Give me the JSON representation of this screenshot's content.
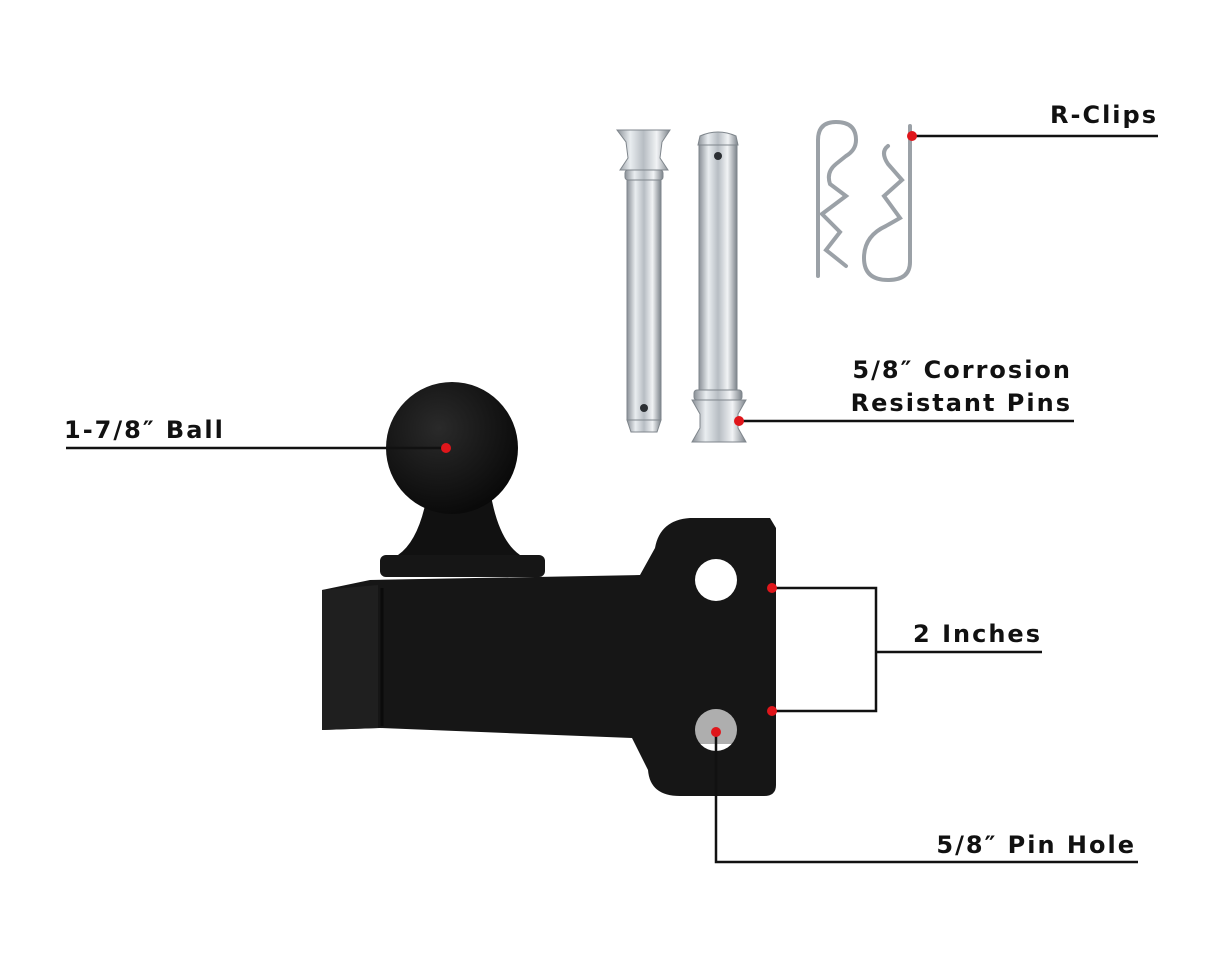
{
  "colors": {
    "background": "#ffffff",
    "line": "#111111",
    "dot": "#e0161b",
    "hitch": "#161616",
    "chrome": "#c9ced3"
  },
  "labels": {
    "ball": "1-7/8″ Ball",
    "pins_line1": "5/8″ Corrosion",
    "pins_line2": "Resistant Pins",
    "r_clips": "R-Clips",
    "inches": "2 Inches",
    "pin_hole": "5/8″ Pin Hole"
  },
  "objects": [
    "hitch-ball-mount",
    "hitch-pin",
    "hitch-pin",
    "r-clip",
    "r-clip"
  ]
}
